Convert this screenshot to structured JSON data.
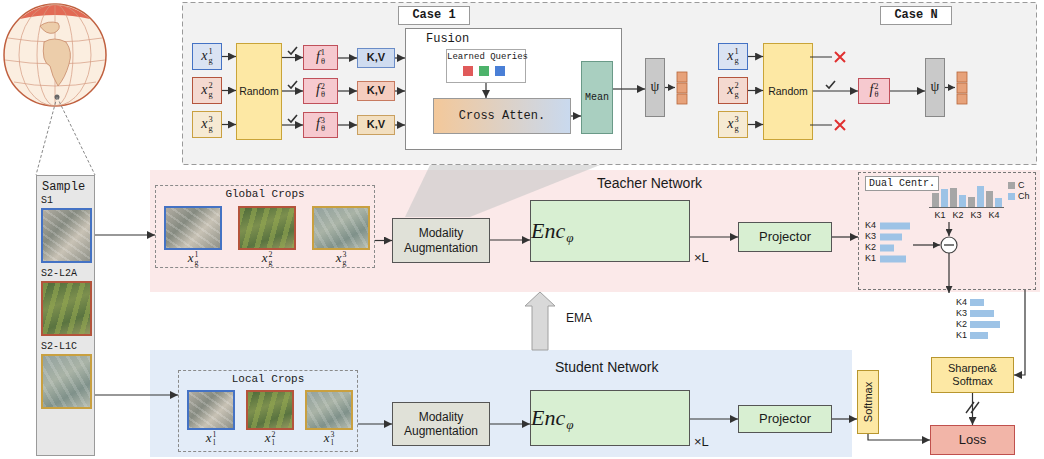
{
  "diagram": {
    "nodes": [
      {
        "text": [
          "Case 1"
        ]
      },
      {
        "text": [
          "Case N"
        ]
      },
      {
        "text": [
          "xg1"
        ]
      },
      {
        "text": [
          "xg2"
        ]
      },
      {
        "text": [
          "xg3"
        ]
      },
      {
        "text": [
          "Random"
        ]
      },
      {
        "text": [
          "fθ1"
        ]
      },
      {
        "text": [
          "fθ2"
        ]
      },
      {
        "text": [
          "fθ3"
        ]
      },
      {
        "text": [
          "K,V"
        ]
      },
      {
        "text": [
          "K,V"
        ]
      },
      {
        "text": [
          "K,V"
        ]
      },
      {
        "text": [
          "Fusion"
        ]
      },
      {
        "text": [
          "Learned Queries"
        ],
        "in": 12
      },
      {
        "text": [
          "Cross Atten."
        ],
        "in": 12
      },
      {
        "text": [
          "Mean"
        ],
        "in": 12
      },
      {
        "text": [
          "ψ"
        ]
      },
      {
        "text": [
          "xg1"
        ]
      },
      {
        "text": [
          "xg2"
        ]
      },
      {
        "text": [
          "xg3"
        ]
      },
      {
        "text": [
          "Random"
        ]
      },
      {
        "text": [
          "fθ2"
        ]
      },
      {
        "text": [
          "ψ"
        ]
      },
      {
        "text": [
          "Sample"
        ]
      },
      {
        "text": [
          "S1"
        ],
        "in": 23
      },
      {
        "text": [
          "S2-L2A"
        ],
        "in": 23
      },
      {
        "text": [
          "S2-L1C"
        ],
        "in": 23
      },
      {
        "text": [
          "Teacher Network"
        ]
      },
      {
        "text": [
          "Global Crops"
        ],
        "in": 27
      },
      {
        "text": [
          "xg1"
        ],
        "in": 28
      },
      {
        "text": [
          "xg2"
        ],
        "in": 28
      },
      {
        "text": [
          "xg3"
        ],
        "in": 28
      },
      {
        "text": [
          "Modality Augmentation"
        ],
        "in": 27
      },
      {
        "text": [
          "Encφ",
          "×L"
        ],
        "in": 27
      },
      {
        "text": [
          "Projector"
        ],
        "in": 27
      },
      {
        "text": [
          "Dual Centr."
        ],
        "in": 27
      },
      {
        "text": [
          "Student Network"
        ]
      },
      {
        "text": [
          "Local Crops"
        ],
        "in": 36
      },
      {
        "text": [
          "xl1"
        ],
        "in": 37
      },
      {
        "text": [
          "xl2"
        ],
        "in": 37
      },
      {
        "text": [
          "xl3"
        ],
        "in": 37
      },
      {
        "text": [
          "Modality Augmentation"
        ],
        "in": 36
      },
      {
        "text": [
          "Encφ",
          "×L"
        ],
        "in": 36
      },
      {
        "text": [
          "Projector"
        ],
        "in": 36
      },
      {
        "text": [
          "Softmax"
        ]
      },
      {
        "text": [
          "Sharpen& Softmax"
        ]
      },
      {
        "text": [
          "Loss"
        ]
      }
    ],
    "edges": [
      {
        "from": 2,
        "to": 5,
        "arrow": "to"
      },
      {
        "from": 3,
        "to": 5,
        "arrow": "to"
      },
      {
        "from": 4,
        "to": 5,
        "arrow": "to"
      },
      {
        "from": 5,
        "to": 6,
        "arrow": "to"
      },
      {
        "from": 5,
        "to": 7,
        "arrow": "to"
      },
      {
        "from": 5,
        "to": 8,
        "arrow": "to"
      },
      {
        "from": 6,
        "to": 9,
        "arrow": "to"
      },
      {
        "from": 7,
        "to": 10,
        "arrow": "to"
      },
      {
        "from": 8,
        "to": 11,
        "arrow": "to"
      },
      {
        "from": 9,
        "to": 12,
        "arrow": "to"
      },
      {
        "from": 10,
        "to": 12,
        "arrow": "to"
      },
      {
        "from": 11,
        "to": 12,
        "arrow": "to"
      },
      {
        "from": 13,
        "to": 14,
        "arrow": "to"
      },
      {
        "from": 14,
        "to": 15,
        "arrow": "to"
      },
      {
        "from": 15,
        "to": 16,
        "arrow": "to"
      },
      {
        "from": 17,
        "to": 20,
        "arrow": "to"
      },
      {
        "from": 18,
        "to": 20,
        "arrow": "to"
      },
      {
        "from": 19,
        "to": 20,
        "arrow": "to"
      },
      {
        "from": 20,
        "to": 21,
        "arrow": "to"
      },
      {
        "from": 21,
        "to": 22,
        "arrow": "to"
      },
      {
        "from": 23,
        "to": 28,
        "arrow": "to"
      },
      {
        "from": 23,
        "to": 37,
        "arrow": "to"
      },
      {
        "from": 28,
        "to": 32,
        "arrow": "to"
      },
      {
        "from": 32,
        "to": 33,
        "arrow": "to"
      },
      {
        "from": 33,
        "to": 34,
        "arrow": "to"
      },
      {
        "from": 34,
        "to": 35,
        "arrow": "to"
      },
      {
        "from": 37,
        "to": 41,
        "arrow": "to"
      },
      {
        "from": 41,
        "to": 42,
        "arrow": "to"
      },
      {
        "from": 42,
        "to": 43,
        "arrow": "to"
      },
      {
        "from": 43,
        "to": 44,
        "arrow": "to"
      },
      {
        "from": 44,
        "to": 46,
        "arrow": "to"
      },
      {
        "from": 35,
        "to": 45,
        "arrow": "to"
      },
      {
        "from": 45,
        "to": 46,
        "arrow": "to"
      },
      {
        "from": 36,
        "to": 27,
        "label": "EMA",
        "arrow": "to"
      }
    ],
    "labels": [
      "K4",
      "K3",
      "K2",
      "K1",
      "K1",
      "K2",
      "K3",
      "K4",
      "K4",
      "K3",
      "K2",
      "K1"
    ],
    "legend": [
      {
        "text": "C",
        "color": "#a6a6a6"
      },
      {
        "text": "Ch",
        "color": "#9dc3e6"
      }
    ]
  }
}
